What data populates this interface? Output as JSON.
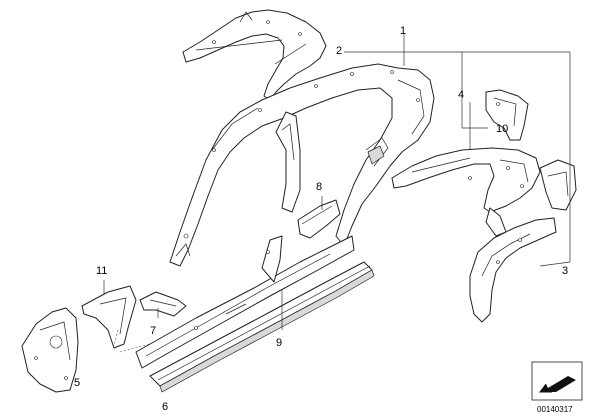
{
  "callouts": {
    "c1": "1",
    "c2": "2",
    "c3": "3",
    "c4": "4",
    "c5": "5",
    "c6": "6",
    "c7": "7",
    "c8": "8",
    "c9": "9",
    "c10": "10",
    "c11": "11"
  },
  "doc_number": "00140317",
  "colors": {
    "line": "#222222",
    "background": "#ffffff",
    "shade": "#d9d9d9"
  },
  "icons": {
    "badge": "direction-arrow-icon"
  }
}
